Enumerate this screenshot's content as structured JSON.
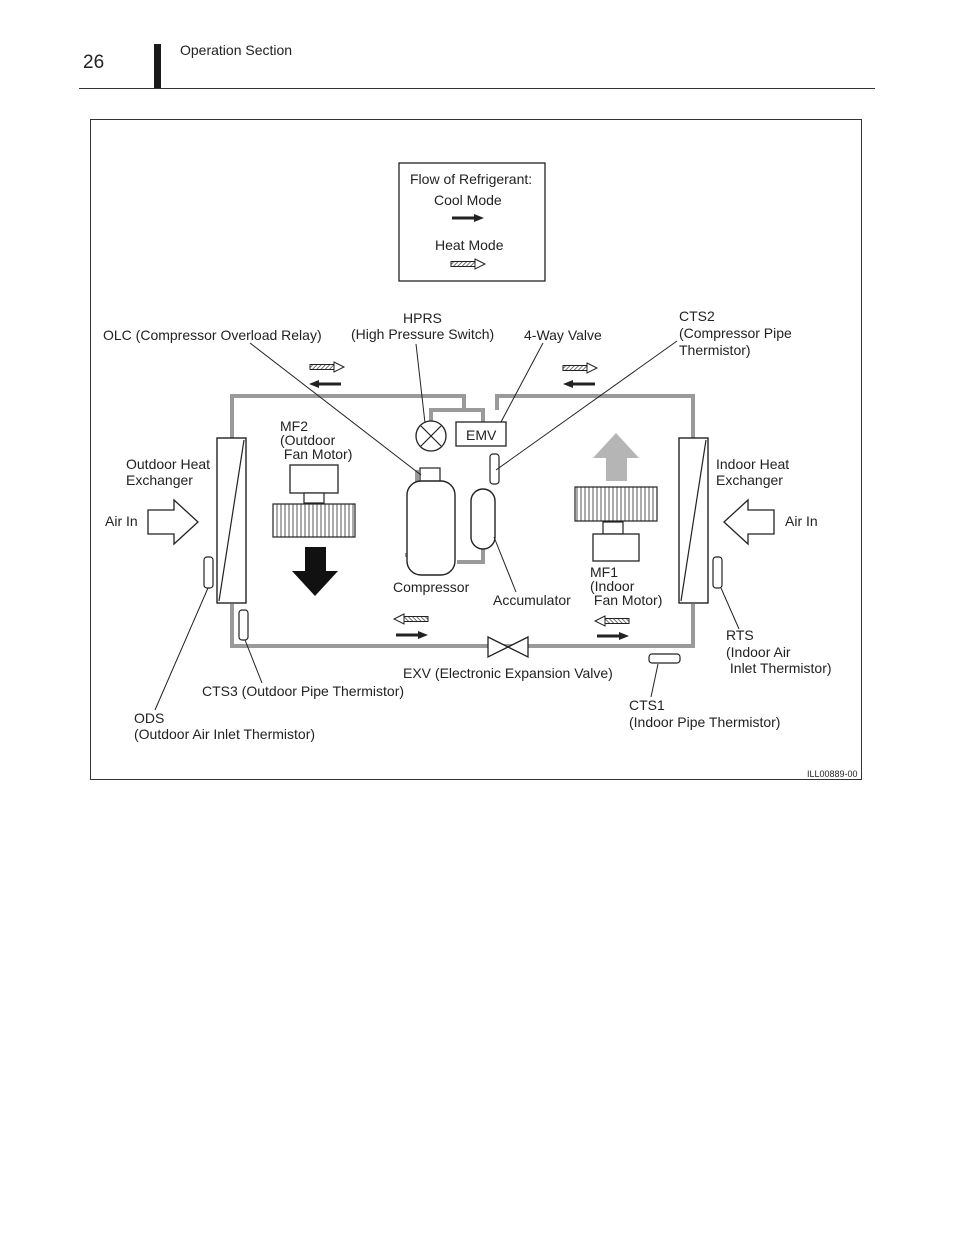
{
  "header": {
    "page_number": "26",
    "section_title": "Operation Section"
  },
  "legend": {
    "title": "Flow of Refrigerant:",
    "cool_mode": "Cool Mode",
    "heat_mode": "Heat Mode"
  },
  "labels": {
    "olc": "OLC (Compressor Overload Relay)",
    "hprs_line1": "HPRS",
    "hprs_line2": "(High Pressure Switch)",
    "four_way_valve": "4-Way Valve",
    "cts2_line1": "CTS2",
    "cts2_line2": "(Compressor Pipe",
    "cts2_line3": "Thermistor)",
    "mf2_line1": "MF2",
    "mf2_line2": "(Outdoor",
    "mf2_line3": " Fan Motor)",
    "emv": "EMV",
    "outdoor_hx_line1": "Outdoor Heat",
    "outdoor_hx_line2": "Exchanger",
    "indoor_hx_line1": "Indoor Heat",
    "indoor_hx_line2": "Exchanger",
    "air_in_left": "Air In",
    "air_in_right": "Air In",
    "compressor": "Compressor",
    "accumulator": "Accumulator",
    "mf1_line1": "MF1",
    "mf1_line2": "(Indoor",
    "mf1_line3": " Fan Motor)",
    "rts_line1": "RTS",
    "rts_line2": "(Indoor Air",
    "rts_line3": " Inlet Thermistor)",
    "exv": "EXV (Electronic Expansion Valve)",
    "cts3": "CTS3 (Outdoor Pipe Thermistor)",
    "cts1_line1": "CTS1",
    "cts1_line2": "(Indoor Pipe Thermistor)",
    "ods_line1": "ODS",
    "ods_line2": "(Outdoor Air Inlet Thermistor)",
    "figure_id": "ILL00889-00"
  },
  "colors": {
    "pipe": "#9a9a9a",
    "line": "#222222",
    "indoor_airflow_arrow": "#b5b5b5",
    "outdoor_airflow_arrow": "#111111"
  }
}
